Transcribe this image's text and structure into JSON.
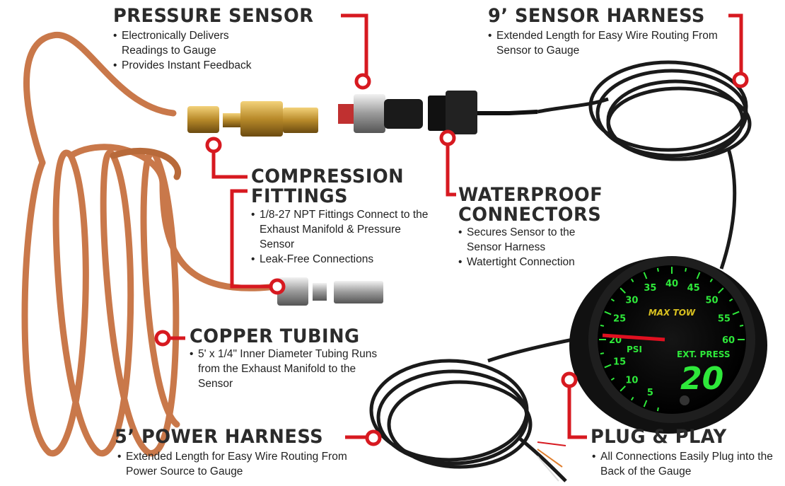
{
  "callouts": {
    "pressure_sensor": {
      "title": "PRESSURE SENSOR",
      "bullets": [
        "Electronically Delivers Readings to Gauge",
        "Provides Instant Feedback"
      ]
    },
    "sensor_harness": {
      "title": "9’ SENSOR HARNESS",
      "bullets": [
        "Extended Length for Easy Wire Routing From Sensor to Gauge"
      ]
    },
    "compression_fittings": {
      "title_line1": "COMPRESSION",
      "title_line2": "FITTINGS",
      "bullets": [
        "1/8-27 NPT Fittings Connect to the Exhaust Manifold & Pressure Sensor",
        "Leak-Free Connections"
      ]
    },
    "waterproof_connectors": {
      "title_line1": "WATERPROOF",
      "title_line2": "CONNECTORS",
      "bullets": [
        "Secures Sensor to the Sensor Harness",
        "Watertight Connection"
      ]
    },
    "copper_tubing": {
      "title": "COPPER TUBING",
      "bullets": [
        "5' x 1/4\" Inner Diameter Tubing Runs from the Exhaust Manifold to the Sensor"
      ]
    },
    "power_harness": {
      "title": "5’ POWER HARNESS",
      "bullets": [
        "Extended Length for Easy Wire Routing From Power Source to Gauge"
      ]
    },
    "plug_and_play": {
      "title": "PLUG & PLAY",
      "bullets": [
        "All Connections Easily Plug into the Back of the Gauge"
      ]
    }
  },
  "gauge": {
    "brand": "MAX TOW",
    "scale_labels": [
      "5",
      "10",
      "15",
      "20",
      "25",
      "30",
      "35",
      "40",
      "45",
      "50",
      "55",
      "60"
    ],
    "unit": "PSI",
    "label": "EXT. PRESS",
    "digital_value": "20",
    "needle_value": 20,
    "display_color": "#2ee83a",
    "needle_color": "#e01020"
  },
  "colors": {
    "accent": "#d71920",
    "copper": "#c9784a",
    "text": "#2b2b2b"
  }
}
